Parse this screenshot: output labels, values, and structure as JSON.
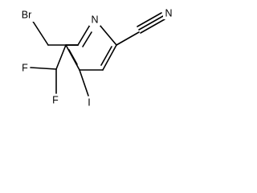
{
  "diagram": {
    "atoms": {
      "ring_n": "N",
      "bromine": "Br",
      "nitrile_n": "N",
      "fluorine_top": "F",
      "fluorine_bottom": "F",
      "iodine": "I"
    }
  }
}
